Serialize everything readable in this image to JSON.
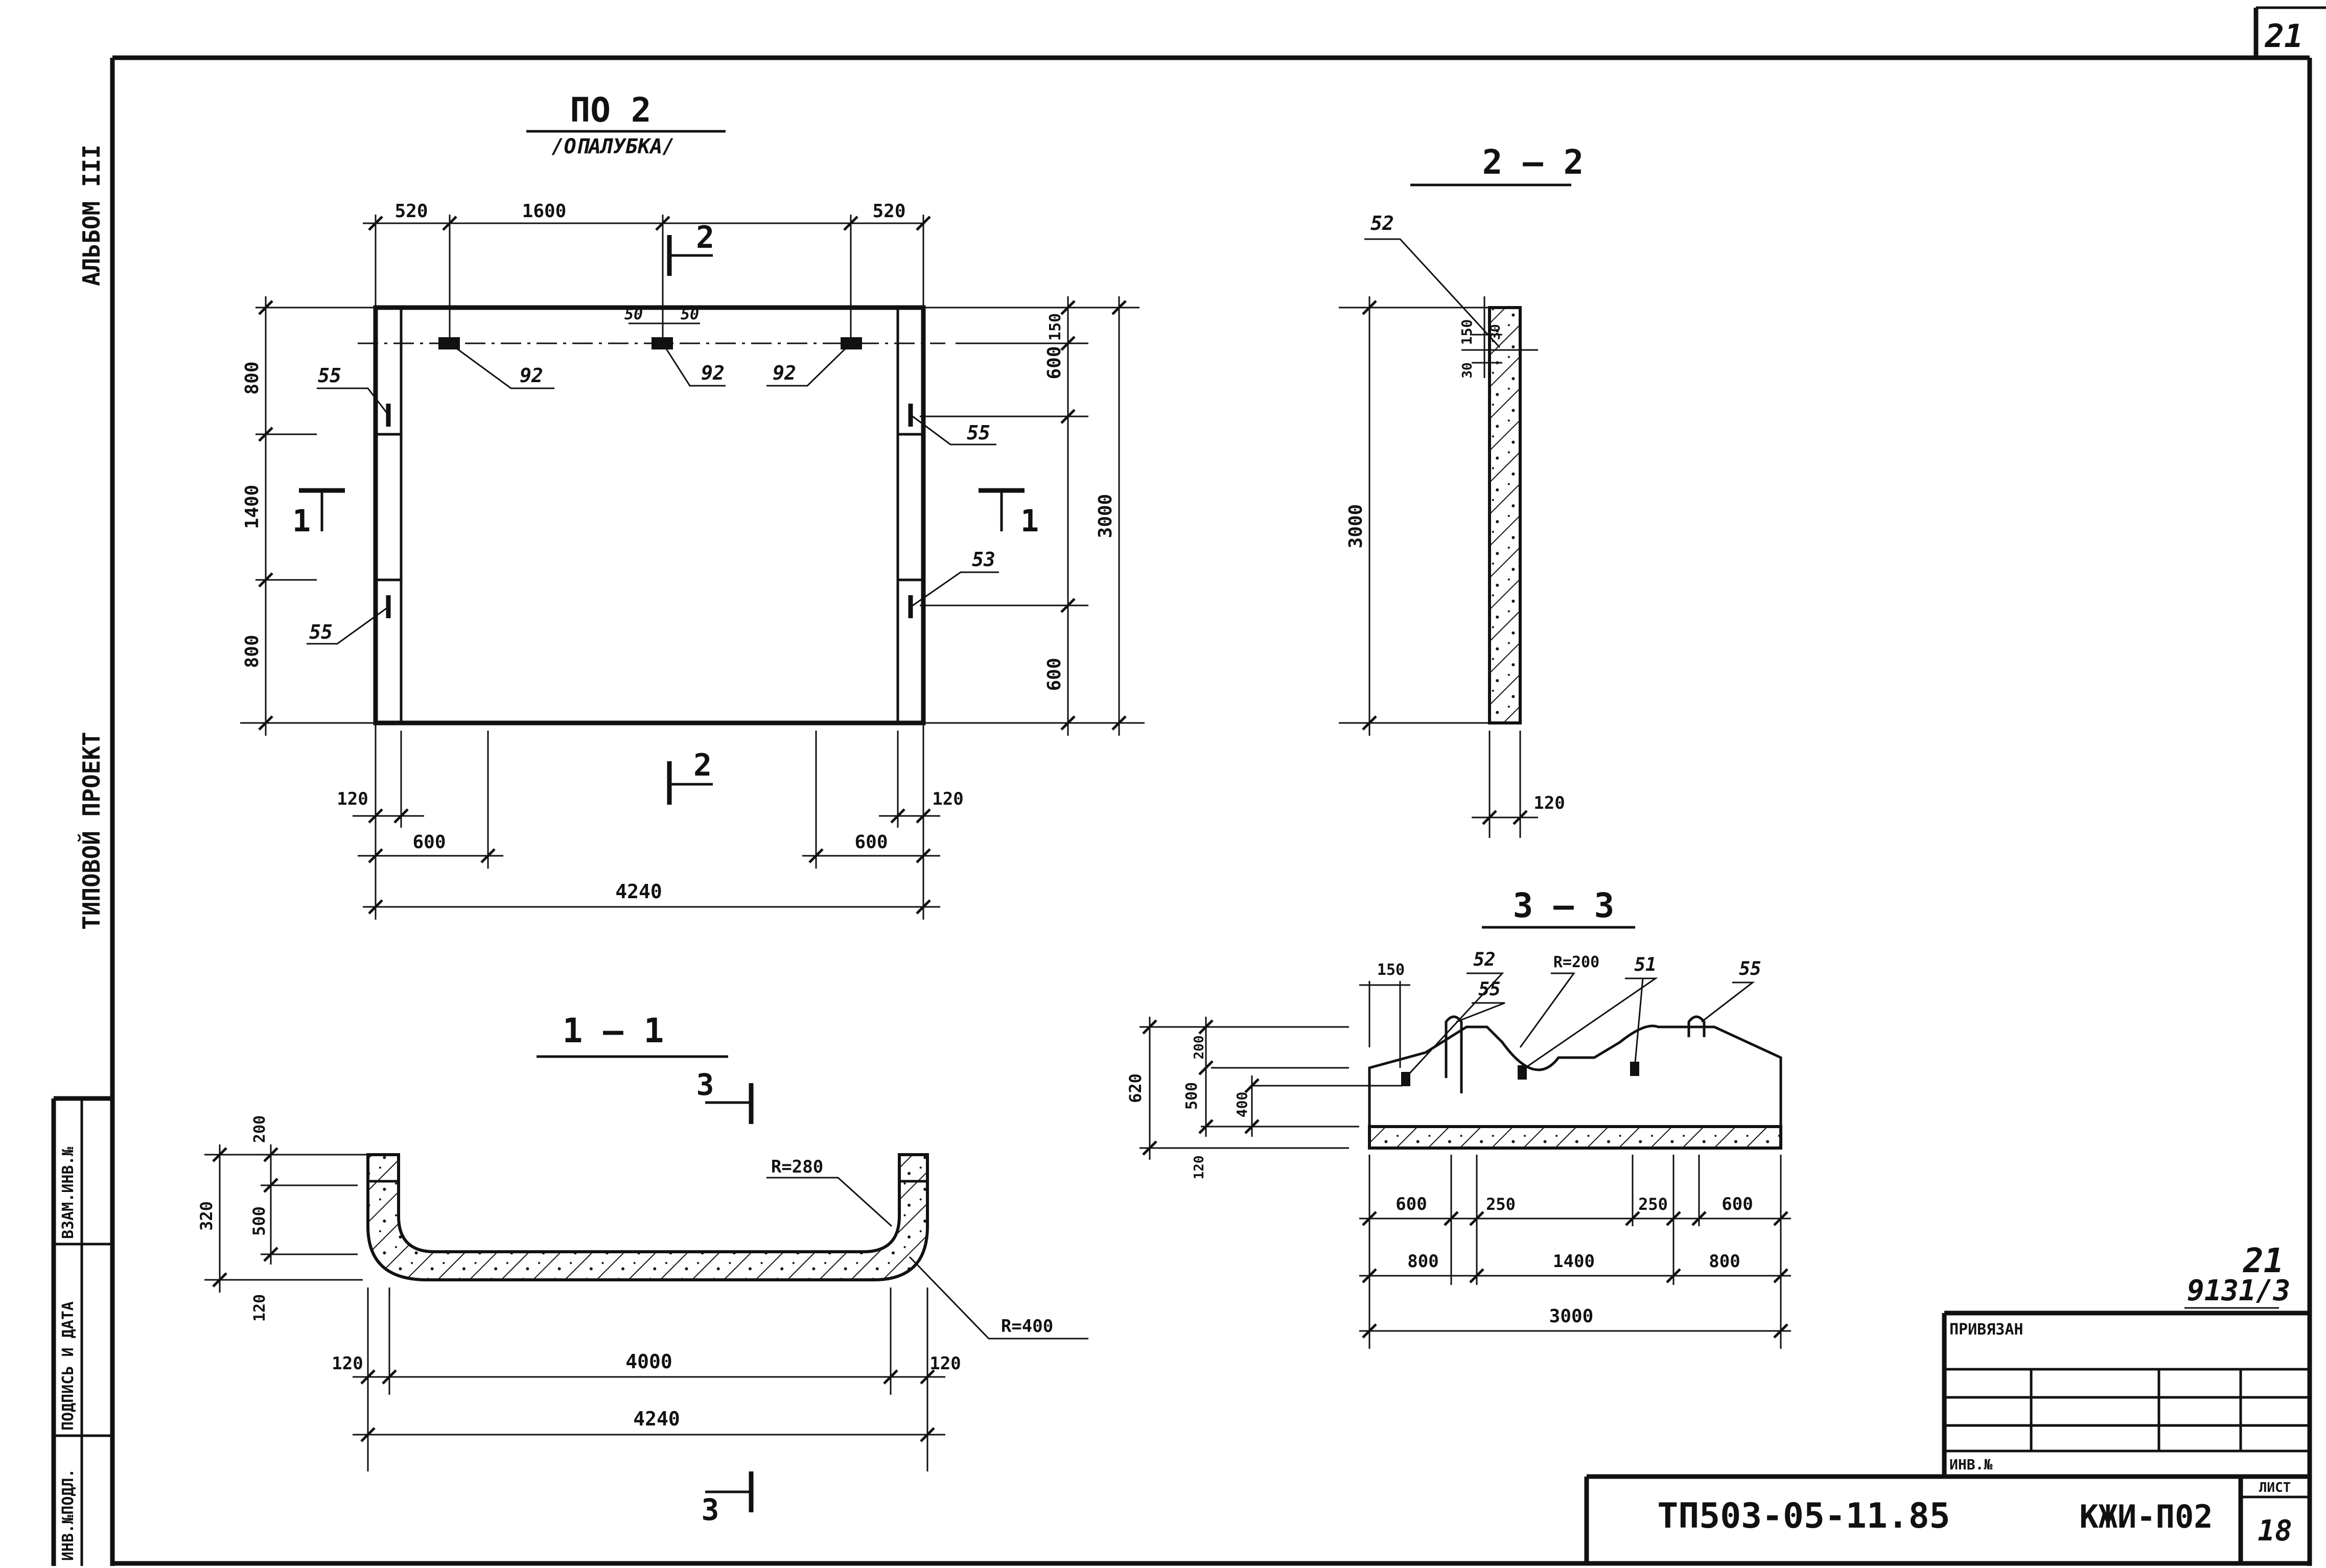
{
  "sheet": {
    "corner_sheet_no": "21",
    "margin_album": "АЛЬБОМ III",
    "margin_project": "ТИПОВОЙ ПРОЕКТ",
    "stamp_col1": "ИНВ.№ПОДЛ.",
    "stamp_col2": "ПОДПИСЬ И ДАТА",
    "stamp_col3": "ВЗАМ.ИНВ.№",
    "hand_no_top": "21",
    "hand_no_bottom": "9131/3",
    "tie_label": "ПРИВЯЗАН",
    "inv_label": "ИНВ.№",
    "project_code": "ТП503-05-11.85",
    "doc_mark": "КЖИ-П02",
    "sheet_label": "ЛИСТ",
    "sheet_number": "18"
  },
  "main_view": {
    "title": "ПО 2",
    "subtitle": "/ОПАЛУБКА/",
    "dims": {
      "d520_left": "520",
      "d1600": "1600",
      "d520_right": "520",
      "d50_left": "50",
      "d50_right": "50",
      "d800_top": "800",
      "d1400": "1400",
      "d800_bottom": "800",
      "d150": "150",
      "d600_right_top": "600",
      "d3000": "3000",
      "d600_right_bottom": "600",
      "d120_left": "120",
      "d600_left": "600",
      "d120_right": "120",
      "d600_right": "600",
      "d4240": "4240"
    },
    "marks": {
      "m92_a": "92",
      "m92_b": "92",
      "m92_c": "92",
      "m55_tl": "55",
      "m55_bl": "55",
      "m55_r": "55",
      "m53_r": "53"
    },
    "cuts": {
      "cut2_top": "2",
      "cut2_bottom": "2",
      "cut1_left": "1",
      "cut1_right": "1"
    }
  },
  "section_22": {
    "title": "2 — 2",
    "dims": {
      "d150": "150",
      "d30_a": "30",
      "d30_b": "30",
      "d3000": "3000",
      "d120": "120"
    },
    "marks": {
      "m52": "52"
    }
  },
  "section_11": {
    "title": "1 — 1",
    "dims": {
      "d200": "200",
      "d320": "320",
      "d500": "500",
      "d120_v": "120",
      "d120_left": "120",
      "d4000": "4000",
      "d120_right": "120",
      "d4240": "4240"
    },
    "radii": {
      "r280": "R=280",
      "r400": "R=400"
    },
    "cuts": {
      "cut3_top": "3",
      "cut3_bottom": "3"
    }
  },
  "section_33": {
    "title": "3 — 3",
    "dims": {
      "d150": "150",
      "d620": "620",
      "d200": "200",
      "d500": "500",
      "d400": "400",
      "d120": "120",
      "d600_l": "600",
      "d250_l": "250",
      "d250_r": "250",
      "d600_r": "600",
      "d800_l": "800",
      "d1400": "1400",
      "d800_r": "800",
      "d3000": "3000"
    },
    "marks": {
      "m52": "52",
      "m55_a": "55",
      "r200": "R=200",
      "m51": "51",
      "m55_b": "55"
    }
  }
}
